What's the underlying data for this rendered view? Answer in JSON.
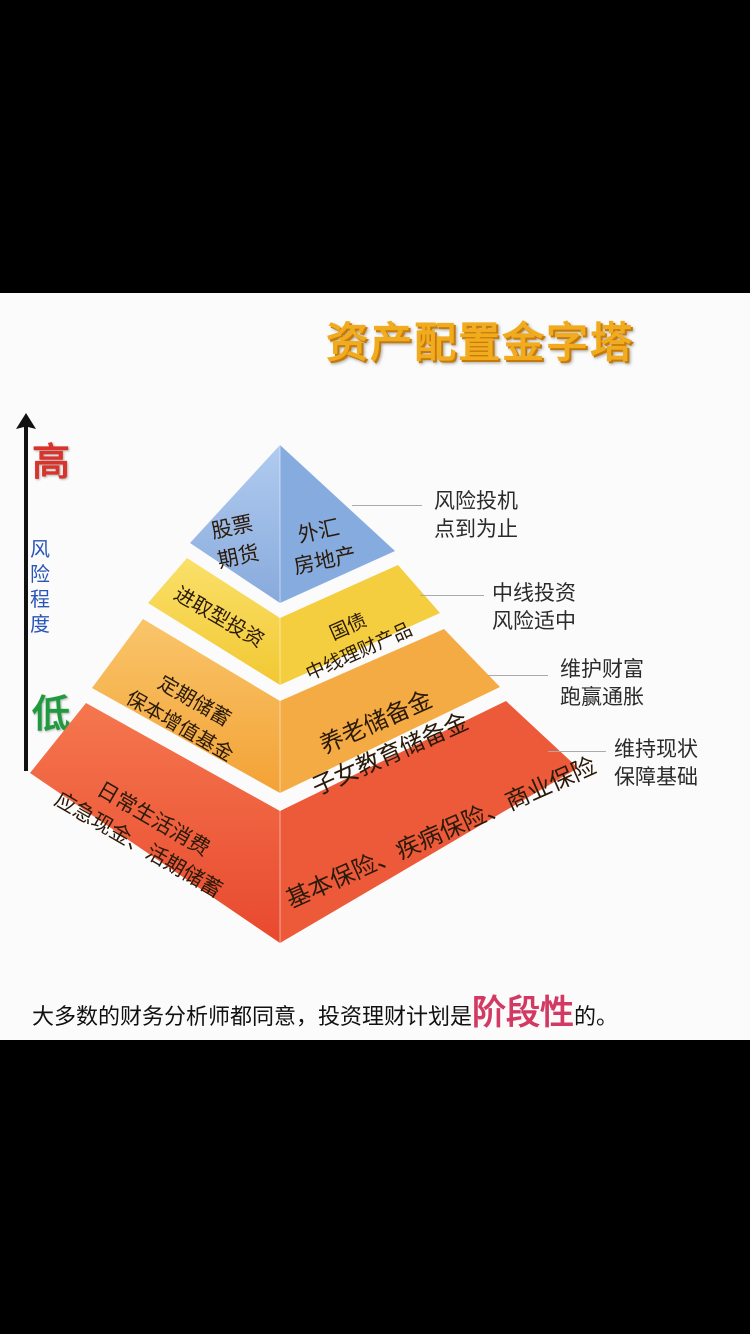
{
  "title": "资产配置金字塔",
  "axis": {
    "high": "高",
    "label_chars": [
      "风",
      "险",
      "程",
      "度"
    ],
    "low": "低"
  },
  "pyramid": {
    "levels": [
      {
        "left_lines": [
          "股票",
          "期货"
        ],
        "right_lines": [
          "外汇",
          "房地产"
        ],
        "note_lines": [
          "风险投机",
          "点到为止"
        ],
        "color": "#90b3e3"
      },
      {
        "left_lines": [
          "进取型投资"
        ],
        "right_lines": [
          "国债",
          "中线理财产品"
        ],
        "note_lines": [
          "中线投资",
          "风险适中"
        ],
        "color": "#f6d548"
      },
      {
        "left_lines": [
          "定期储蓄",
          "保本增值基金"
        ],
        "right_lines": [
          "养老储备金",
          "子女教育储备金"
        ],
        "note_lines": [
          "维护财富",
          "跑赢通胀"
        ],
        "color": "#f7b24a"
      },
      {
        "left_lines": [
          "日常生活消费",
          "应急现金、活期储蓄"
        ],
        "right_lines": [
          "基本保险、疾病保险、商业保险"
        ],
        "note_lines": [
          "维持现状",
          "保障基础"
        ],
        "color": "#f06a42"
      }
    ]
  },
  "footer": {
    "before": "大多数的财务分析师都同意，投资理财计划是",
    "highlight": "阶段性",
    "after": "的。"
  }
}
